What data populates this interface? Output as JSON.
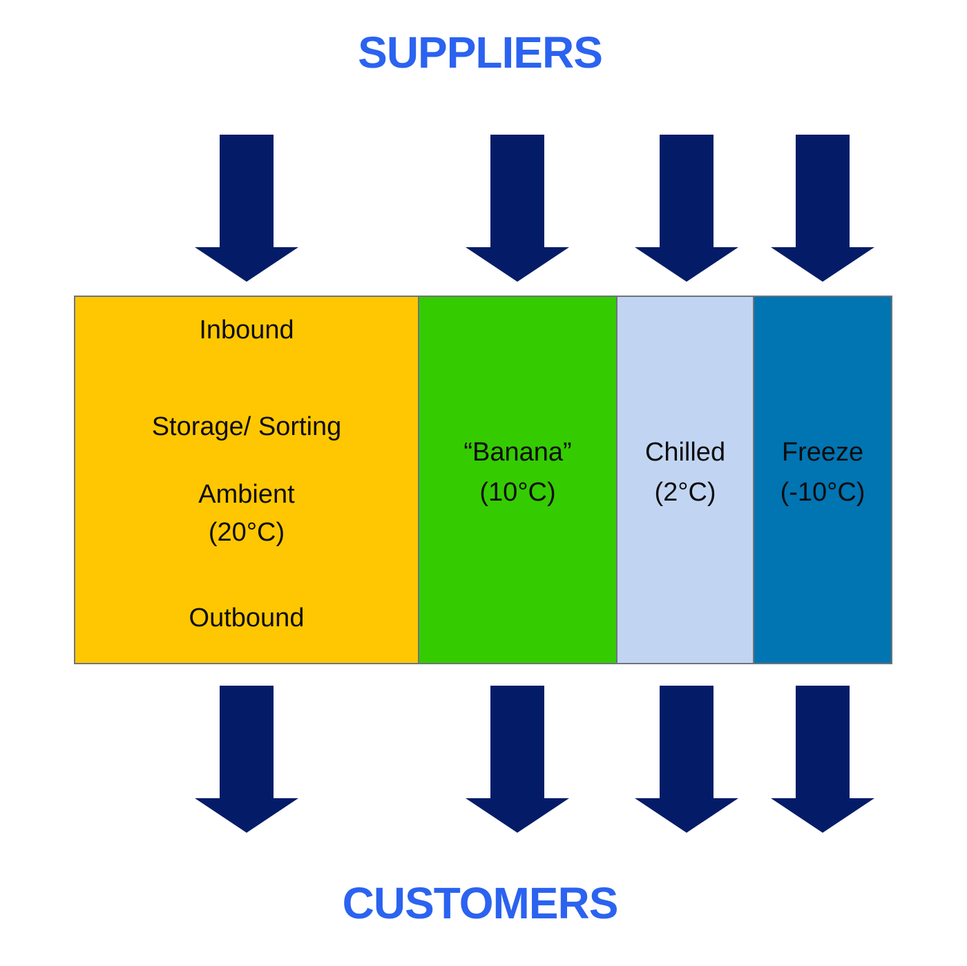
{
  "titles": {
    "suppliers": "SUPPLIERS",
    "customers": "CUSTOMERS"
  },
  "zones": {
    "ambient": {
      "lines": [
        "Inbound",
        "Storage/ Sorting",
        "Ambient",
        "(20°C)",
        "Outbound"
      ]
    },
    "banana": {
      "label": "“Banana”",
      "temp": "(10°C)"
    },
    "chilled": {
      "label": "Chilled",
      "temp": "(2°C)"
    },
    "freeze": {
      "label": "Freeze",
      "temp": "(-10°C)"
    }
  },
  "arrows": {
    "direction": "down",
    "top_count": 4,
    "bottom_count": 4
  },
  "colors": {
    "title_blue": "#2b63f0",
    "arrow_navy": "#041c68",
    "ambient_yellow": "#ffc701",
    "banana_green": "#35cb01",
    "chilled_blue": "#c1d5f2",
    "freeze_blue": "#0174b2",
    "zone_border": "#6d747a",
    "text_black": "#0d0d0d"
  }
}
